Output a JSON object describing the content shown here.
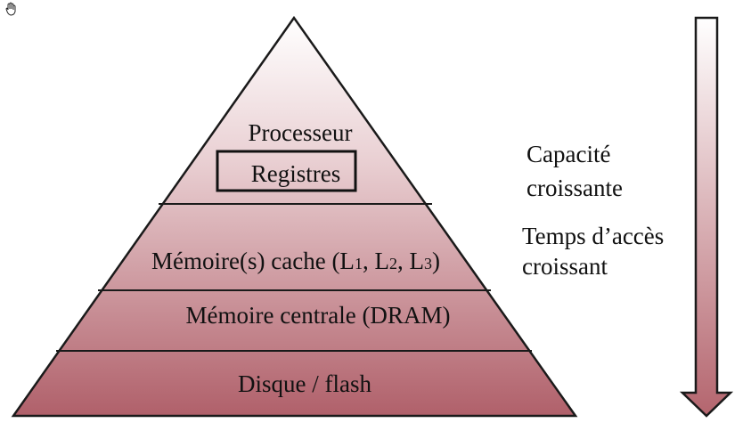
{
  "pyramid": {
    "top_label": "Processeur",
    "boxed_label": "Registres",
    "cache_label": {
      "prefix": "Mémoire(s) cache (L",
      "sub1": "1",
      "mid1": ", L",
      "sub2": "2",
      "mid2": ", L",
      "sub3": "3",
      "suffix": ")"
    },
    "central_label": "Mémoire centrale (DRAM)",
    "bottom_label": "Disque / flash"
  },
  "side": {
    "capacity_line1": "Capacité",
    "capacity_line2": "croissante",
    "access_line1": "Temps d’accès",
    "access_line2": "croissant"
  },
  "colors": {
    "gradient_top": "#ffffff",
    "gradient_bottom": "#b0606a",
    "stroke": "#1a1a1a"
  }
}
